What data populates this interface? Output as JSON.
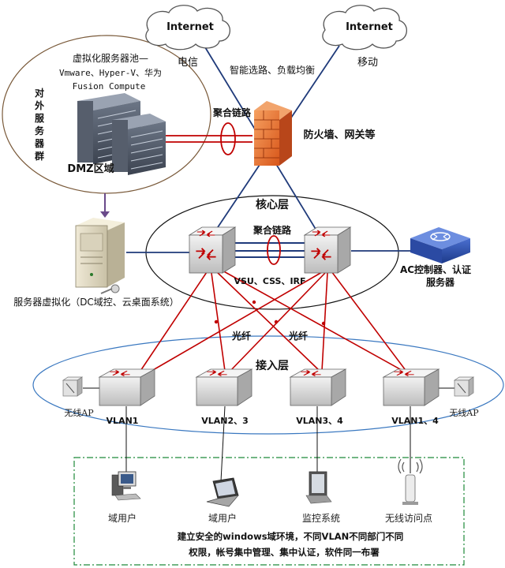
{
  "internet": {
    "left": {
      "label": "Internet",
      "isp": "电信"
    },
    "right": {
      "label": "Internet",
      "isp": "移动"
    },
    "routing_note": "智能选路、负载均衡"
  },
  "dmz": {
    "pool_title_1": "虚拟化服务器池—",
    "pool_title_2": "Vmware、Hyper-V、华为",
    "pool_title_3": "Fusion Compute",
    "side_chars": [
      "对",
      "外",
      "服",
      "务",
      "器",
      "群"
    ],
    "zone_label": "DMZ区域"
  },
  "firewall": {
    "label": "防火墙、网关等",
    "link_label": "聚合链路"
  },
  "core": {
    "title": "核心层",
    "link_label": "聚合链路",
    "stack_label": "VSU、CSS、IRF"
  },
  "server_virt": {
    "label": "服务器虚拟化（DC域控、云桌面系统）"
  },
  "ac_controller": {
    "label_1": "AC控制器、认证",
    "label_2": "服务器"
  },
  "fiber_labels": [
    "光纤",
    "光纤"
  ],
  "access": {
    "title": "接入层",
    "switches": [
      {
        "vlan": "VLAN1"
      },
      {
        "vlan": "VLAN2、3"
      },
      {
        "vlan": "VLAN3、4"
      },
      {
        "vlan": "VLAN1、4"
      }
    ],
    "ap_left": "无线AP",
    "ap_right": "无线AP"
  },
  "endpoints": [
    {
      "label": "域用户"
    },
    {
      "label": "域用户"
    },
    {
      "label": "监控系统"
    },
    {
      "label": "无线访问点"
    }
  ],
  "footer_note": {
    "line_1": "建立安全的windows域环境，不同VLAN不同部门不同",
    "line_2": "权限，帐号集中管理、集中认证，软件同一布署"
  },
  "colors": {
    "fiber_red": "#c00000",
    "link_navy": "#1f3a7a",
    "switch_fill": "#d8d8d8",
    "firewall_orange": "#e8752a",
    "dash_green": "#1f8a3a",
    "access_ellipse": "#3a78c0"
  }
}
